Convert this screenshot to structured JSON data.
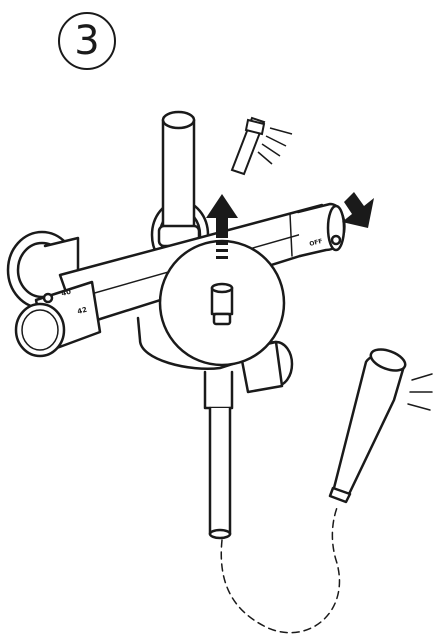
{
  "step": {
    "number": "3"
  },
  "thermostat": {
    "temp_marks": [
      "40",
      "42"
    ],
    "flow_mark": "OFF"
  },
  "icons": {
    "step": "step-number-badge",
    "shower_spray": "shower-spray-icon",
    "pull_up": "pull-up-arrow-icon",
    "turn": "turn-direction-arrow-icon",
    "handshower": "hand-shower-icon"
  },
  "colors": {
    "line": "#1a1a1a",
    "fill": "#ffffff"
  }
}
